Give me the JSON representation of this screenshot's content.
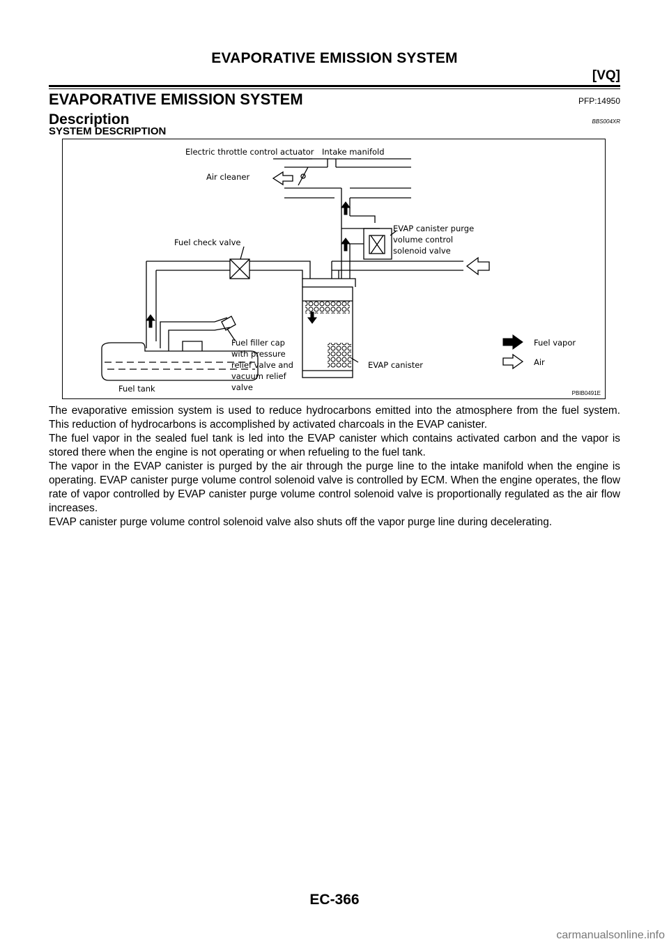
{
  "header": {
    "running_title": "EVAPORATIVE EMISSION SYSTEM",
    "section_tag": "[VQ]"
  },
  "section": {
    "title": "EVAPORATIVE EMISSION SYSTEM",
    "pfp": "PFP:14950"
  },
  "subsection": {
    "title": "Description",
    "code": "BBS004XR"
  },
  "subheading": "SYSTEM DESCRIPTION",
  "figure": {
    "id": "PBIB0491E",
    "labels": {
      "throttle": "Electric throttle control actuator",
      "intake": "Intake manifold",
      "air_cleaner": "Air cleaner",
      "fuel_check_valve": "Fuel check valve",
      "purge_valve_1": "EVAP canister purge",
      "purge_valve_2": "volume control",
      "purge_valve_3": "solenoid valve",
      "filler_cap_1": "Fuel filler cap",
      "filler_cap_2": "with pressure",
      "filler_cap_3": "relief valve and",
      "filler_cap_4": "vacuum relief",
      "filler_cap_5": "valve",
      "fuel_tank": "Fuel tank",
      "canister": "EVAP canister",
      "legend_vapor": "Fuel vapor",
      "legend_air": "Air"
    }
  },
  "paragraphs": [
    "The evaporative emission system is used to reduce hydrocarbons emitted into the atmosphere from the fuel system. This reduction of hydrocarbons is accomplished by activated charcoals in the EVAP canister.",
    "The fuel vapor in the sealed fuel tank is led into the EVAP canister which contains activated carbon and the vapor is stored there when the engine is not operating or when refueling to the fuel tank.",
    "The vapor in the EVAP canister is purged by the air through the purge line to the intake manifold when the engine is operating. EVAP canister purge volume control solenoid valve is controlled by ECM. When the engine operates, the flow rate of vapor controlled by EVAP canister purge volume control solenoid valve is proportionally regulated as the air flow increases.",
    "EVAP canister purge volume control solenoid valve also shuts off the vapor purge line during decelerating."
  ],
  "footer": {
    "page_number": "EC-366",
    "watermark": "carmanualsonline.info"
  }
}
